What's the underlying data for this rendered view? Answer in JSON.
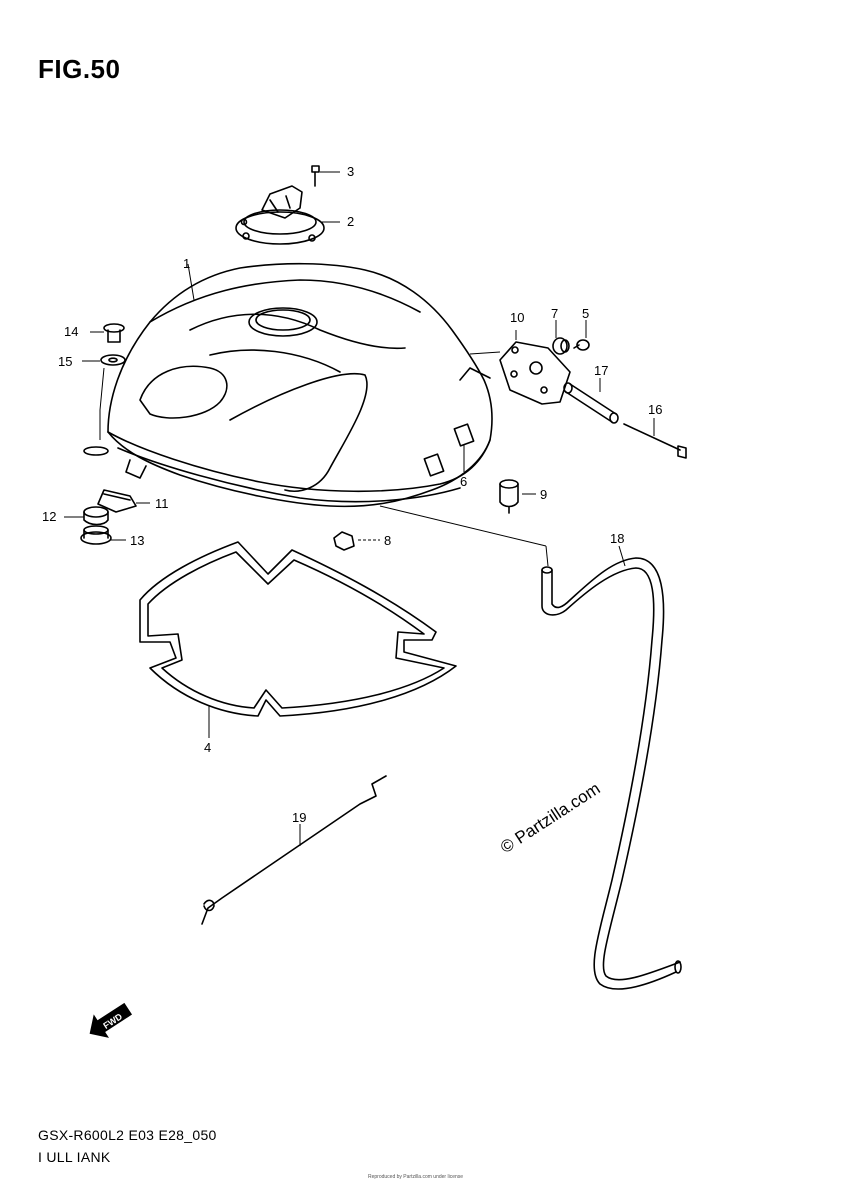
{
  "figure": {
    "title": "FIG.50",
    "model_code": "GSX-R600L2 E03 E28_050",
    "caption": "I ULL IANK",
    "watermark": "© Partzilla.com",
    "footer_note": "Reproduced by Partzilla.com under license"
  },
  "fwd_arrow": {
    "label": "FWD"
  },
  "callouts": {
    "c1": "1",
    "c2": "2",
    "c3": "3",
    "c4": "4",
    "c5": "5",
    "c6": "6",
    "c7": "7",
    "c8": "8",
    "c9": "9",
    "c10": "10",
    "c11": "11",
    "c12": "12",
    "c13": "13",
    "c14": "14",
    "c15": "15",
    "c16": "16",
    "c17": "17",
    "c18": "18",
    "c19": "19"
  }
}
